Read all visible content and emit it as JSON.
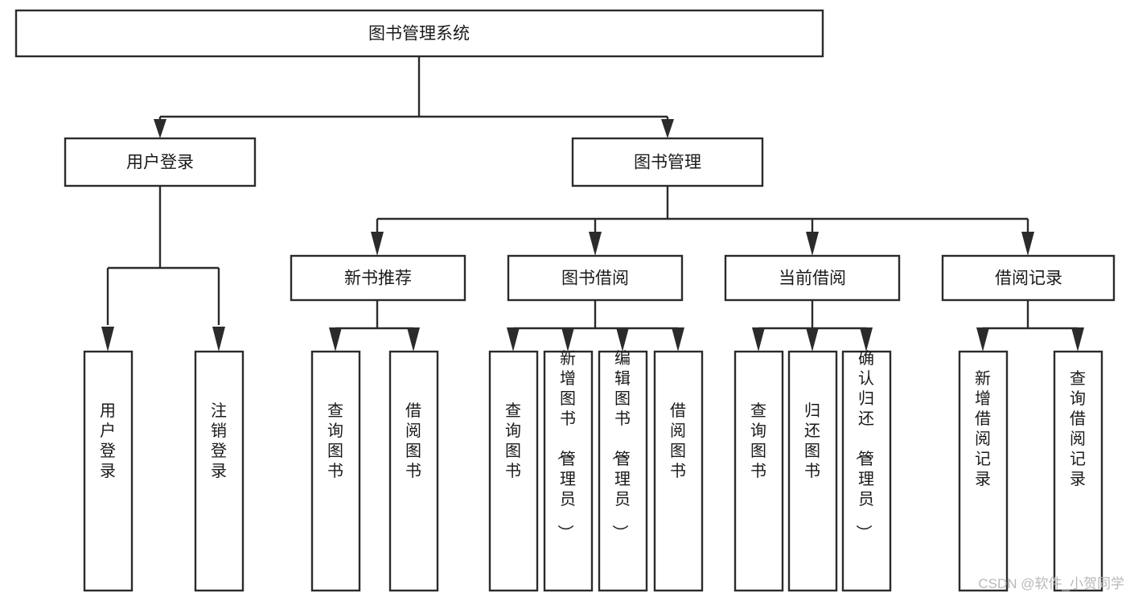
{
  "diagram": {
    "type": "hierarchy-tree",
    "title": "图书管理系统",
    "levels": 4,
    "colors": {
      "box_stroke": "#2b2b2b",
      "box_fill": "#ffffff",
      "text": "#1a1a1a",
      "connector": "#2b2b2b",
      "watermark": "#b9b9b9",
      "background": "#ffffff"
    },
    "root": {
      "label": "图书管理系统"
    },
    "level2": [
      {
        "label": "用户登录"
      },
      {
        "label": "图书管理"
      }
    ],
    "level3": [
      {
        "label": "新书推荐"
      },
      {
        "label": "图书借阅"
      },
      {
        "label": "当前借阅"
      },
      {
        "label": "借阅记录"
      }
    ],
    "leaves": {
      "user_login": [
        {
          "label": "用户登录"
        },
        {
          "label": "注销登录"
        }
      ],
      "new_book_recommend": [
        {
          "label": "查询图书"
        },
        {
          "label": "借阅图书"
        }
      ],
      "book_borrow": [
        {
          "label": "查询图书"
        },
        {
          "label": "新增图书（管理员）"
        },
        {
          "label": "编辑图书（管理员）"
        },
        {
          "label": "借阅图书"
        }
      ],
      "current_borrow": [
        {
          "label": "查询图书"
        },
        {
          "label": "归还图书"
        },
        {
          "label": "确认归还（管理员）"
        }
      ],
      "borrow_record": [
        {
          "label": "新增借阅记录"
        },
        {
          "label": "查询借阅记录"
        }
      ]
    }
  },
  "watermark": {
    "text": "CSDN @软件_小贺同学"
  }
}
